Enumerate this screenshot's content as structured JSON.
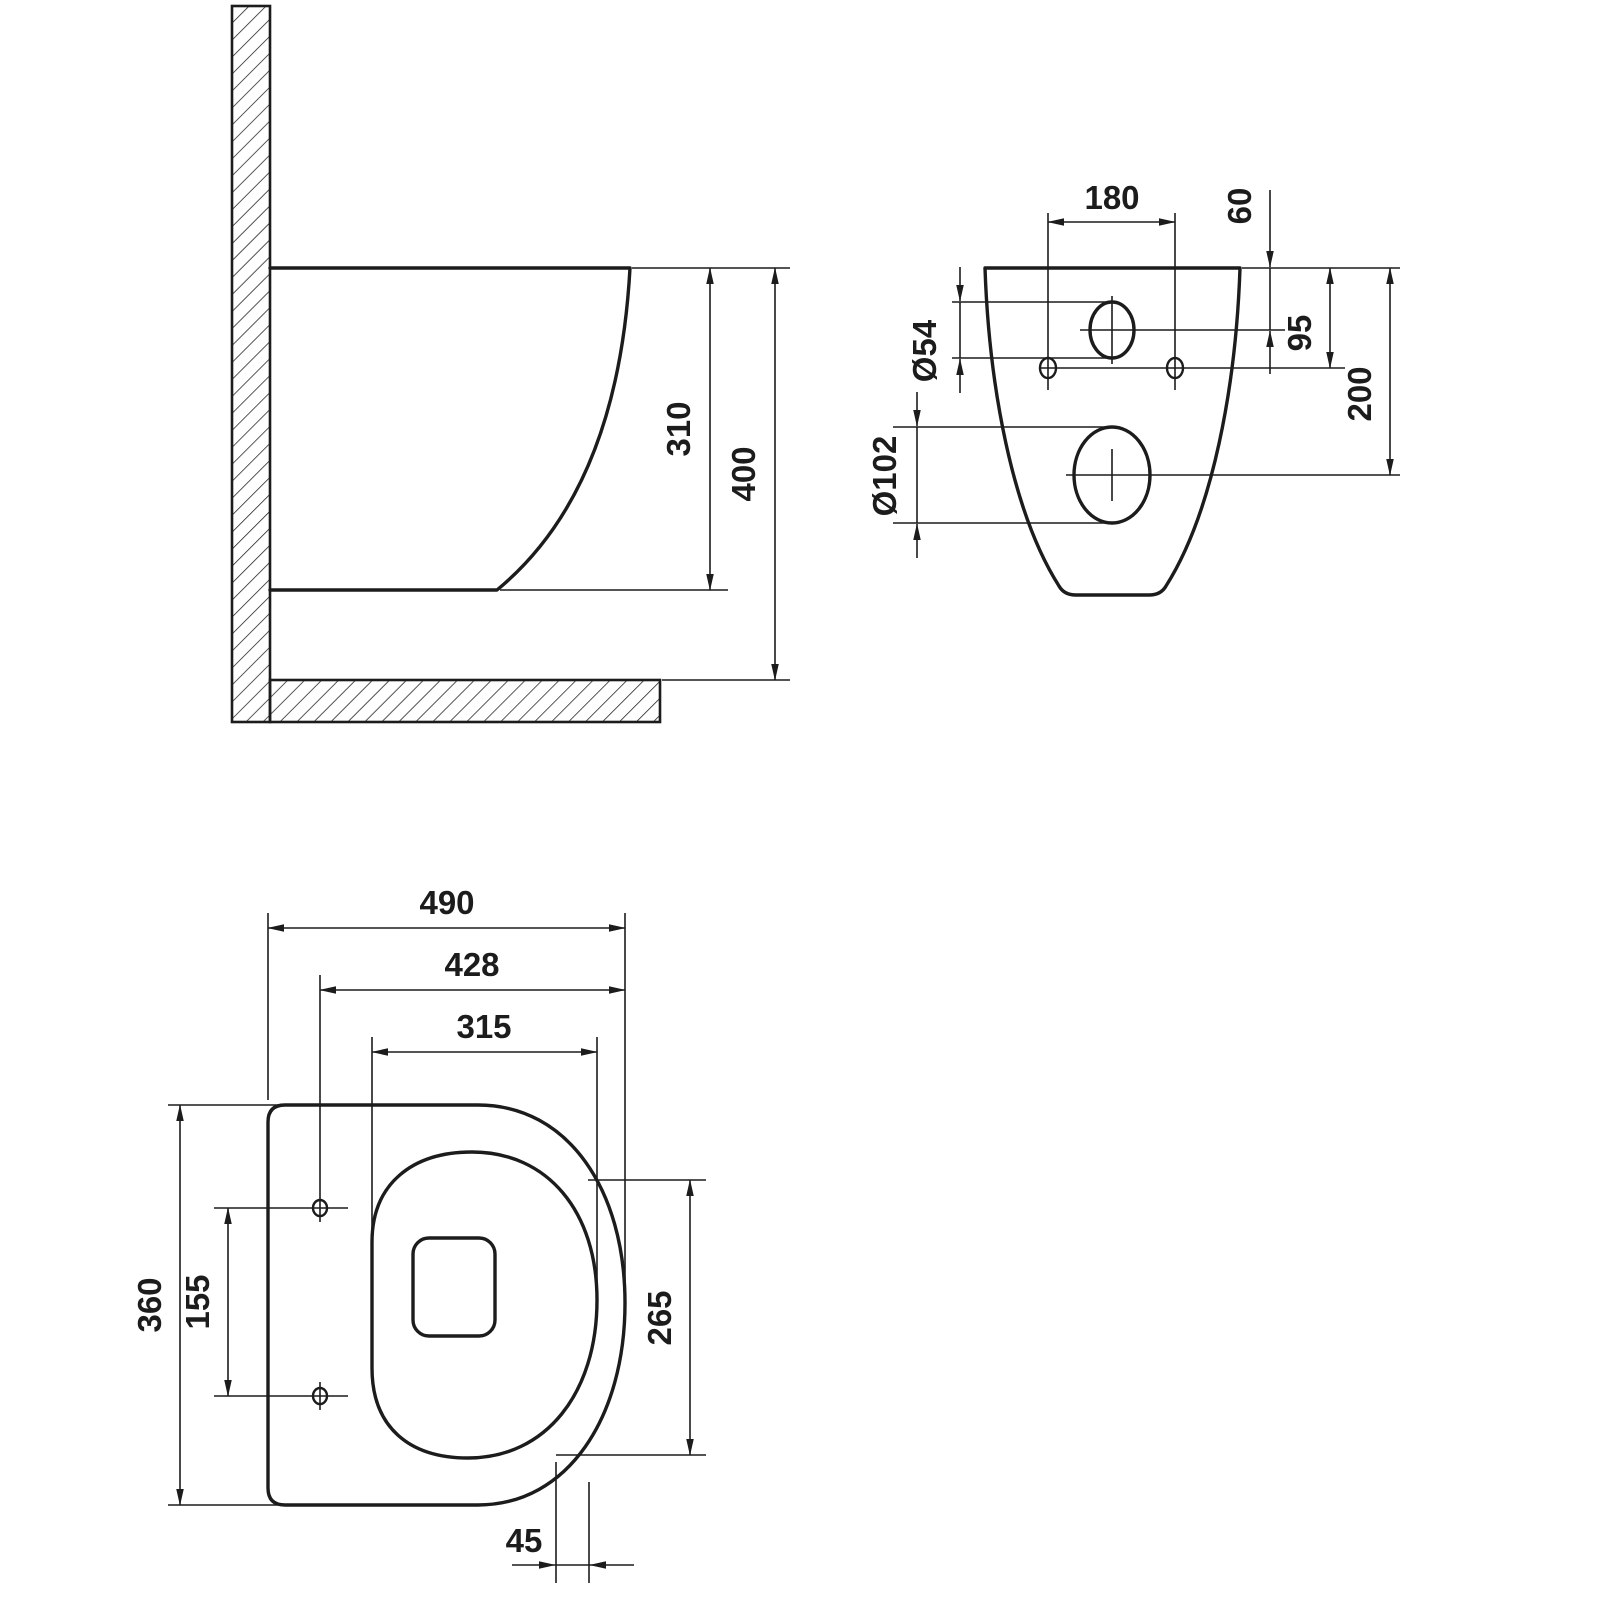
{
  "meta": {
    "background": "#ffffff",
    "ink": "#1c1c1c"
  },
  "side": {
    "bowl_height": "310",
    "total_height": "400"
  },
  "rear": {
    "fixing_spacing": "180",
    "top_to_inlet": "60",
    "top_to_fixing": "95",
    "top_to_outlet": "200",
    "inlet_diameter": "Ø54",
    "outlet_diameter": "Ø102"
  },
  "plan": {
    "overall_depth": "490",
    "fixing_depth": "428",
    "bowl_depth": "315",
    "overall_width": "360",
    "fixing_spacing": "155",
    "bowl_width": "265",
    "front_offset": "45"
  }
}
